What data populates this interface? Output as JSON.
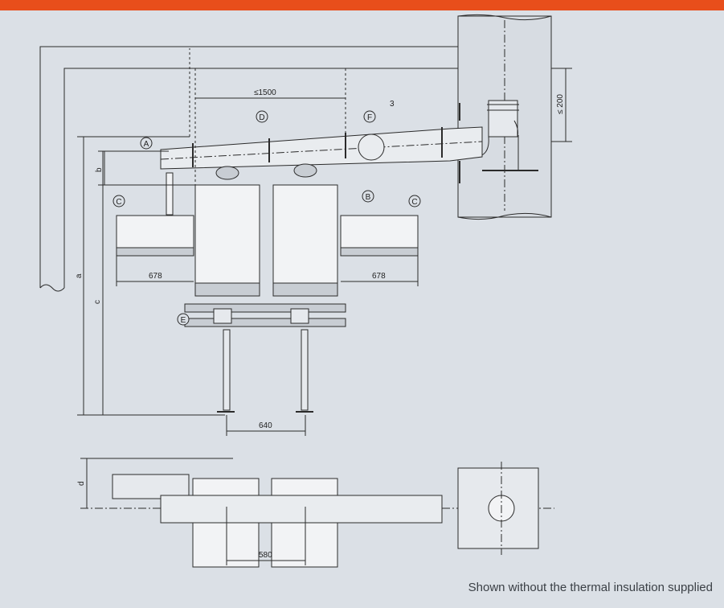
{
  "colors": {
    "accent": "#e84e1b",
    "background": "#dbe0e6",
    "line": "#2b2b2b",
    "wall": "#cfd5dc"
  },
  "callouts": {
    "a": "A",
    "b": "B",
    "c": "C",
    "d": "D",
    "e": "E",
    "f": "F"
  },
  "dimensions": {
    "max_spacing": "≤1500",
    "max_offset": "≤ 200",
    "slope": "3",
    "side_left": "678",
    "side_right": "678",
    "frame_width": "640",
    "plan_width": "580",
    "a": "a",
    "b": "b",
    "c": "c",
    "d": "d"
  },
  "caption": "Shown without the thermal insulation supplied"
}
